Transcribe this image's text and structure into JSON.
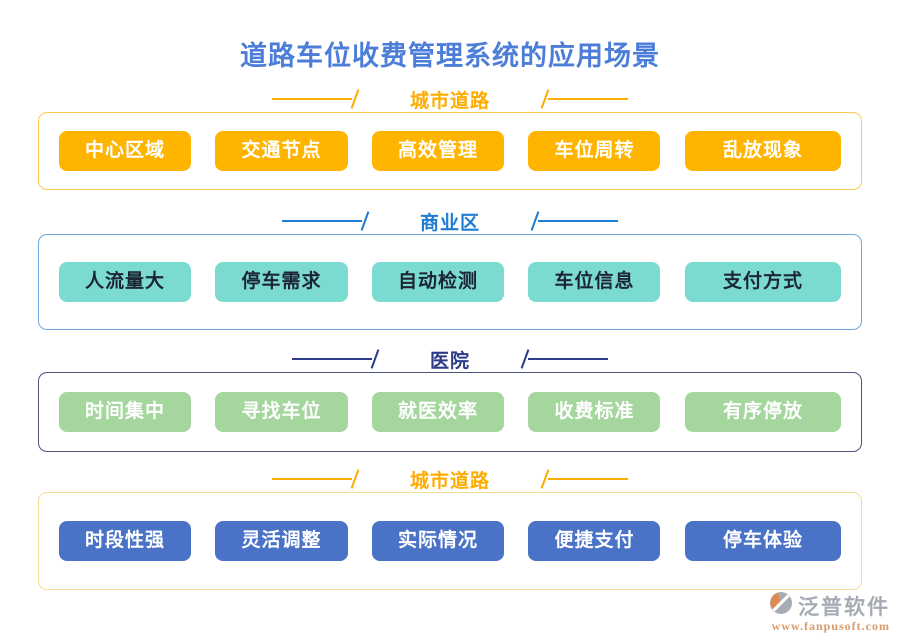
{
  "title": "道路车位收费管理系统的应用场景",
  "sections": [
    {
      "header": "城市道路",
      "theme": "orange",
      "items": [
        "中心区域",
        "交通节点",
        "高效管理",
        "车位周转",
        "乱放现象"
      ]
    },
    {
      "header": "商业区",
      "theme": "teal",
      "items": [
        "人流量大",
        "停车需求",
        "自动检测",
        "车位信息",
        "支付方式"
      ]
    },
    {
      "header": "医院",
      "theme": "green",
      "items": [
        "时间集中",
        "寻找车位",
        "就医效率",
        "收费标准",
        "有序停放"
      ]
    },
    {
      "header": "城市道路",
      "theme": "blue",
      "items": [
        "时段性强",
        "灵活调整",
        "实际情况",
        "便捷支付",
        "停车体验"
      ]
    }
  ],
  "watermark": {
    "brand": "泛普软件",
    "url": "www.fanpusoft.com",
    "logo_icon": "fanpu-swirl-logo"
  },
  "colors": {
    "title": "#4C7ED9",
    "orange_header": "#FFAC00",
    "orange_tag": "#FFB400",
    "orange_border": "#FFC94D",
    "teal_header": "#1E7CD2",
    "teal_tag": "#7CDBD0",
    "teal_border": "#6FA8DC",
    "navy_header": "#2C3B8A",
    "green_tag": "#A4D69E",
    "slate_border": "#4A547E",
    "blue_tag": "#4A72C6",
    "yellow_border": "#F6DD96",
    "watermark_gray": "#A7ABB4",
    "watermark_orange": "#D79A6A"
  }
}
